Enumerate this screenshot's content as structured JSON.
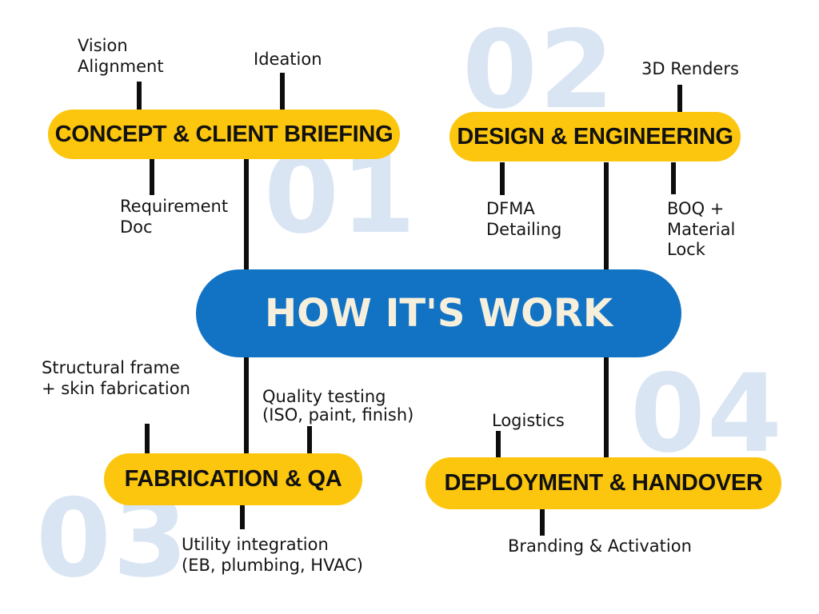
{
  "title": "HOW IT'S WORK",
  "colors": {
    "stage_pill_yellow": "#fcc60e",
    "center_pill_blue": "#1273c5",
    "background_number_blue": "#d9e5f3",
    "title_text_cream": "#f6efdc",
    "line_and_text_black": "#0d0d0d"
  },
  "stages": [
    {
      "number": "01",
      "label": "CONCEPT & CLIENT BRIEFING",
      "items": {
        "vision": "Vision\nAlignment",
        "ideation": "Ideation",
        "requirement": "Requirement\nDoc"
      }
    },
    {
      "number": "02",
      "label": "DESIGN & ENGINEERING",
      "items": {
        "renders": "3D Renders",
        "dfma": "DFMA\nDetailing",
        "boq": "BOQ +\nMaterial\nLock"
      }
    },
    {
      "number": "03",
      "label": "FABRICATION & QA",
      "items": {
        "structural": "Structural frame\n+ skin fabrication",
        "quality": "Quality testing\n(ISO, paint, finish)",
        "utility": "Utility integration\n(EB, plumbing, HVAC)"
      }
    },
    {
      "number": "04",
      "label": "DEPLOYMENT & HANDOVER",
      "items": {
        "logistics": "Logistics",
        "branding": "Branding & Activation"
      }
    }
  ]
}
